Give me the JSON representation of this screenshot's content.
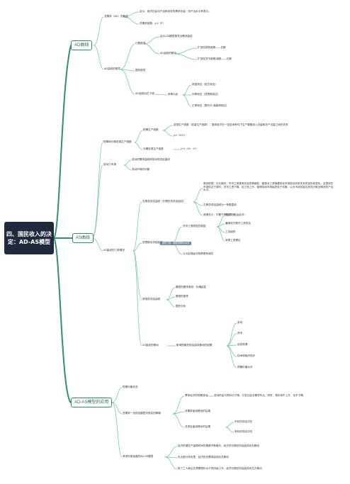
{
  "root": "四、国民收入的决定：AD-AS模型",
  "branches": {
    "ad": "AD曲线",
    "as": "AS曲线",
    "adas": "AD-AS模型的应用"
  },
  "ad": {
    "total_demand": "总需求（AD）的概述",
    "definition": "定义：经济社会对产品和劳务的需求总量，用产出水平来表示。",
    "function": "总需求函数：y=f（P）",
    "derivation": "AD曲线的推导",
    "algebra": "代数推导",
    "islm": "由IS-LM模型推导出需求曲线",
    "shift": "AD曲线的移动",
    "fiscal": "扩张性财政政策——右移",
    "monetary": "扩张性货币政策/减税——右移",
    "geometric": "图形推导",
    "slope": "AD曲线向右下倾",
    "reason": "斜率为负",
    "r1": "财富效应（庇古效应）",
    "r2": "利率效应（凯恩斯效应）",
    "r3": "汇率效应（蒙代尔-弗莱明效应）"
  },
  "as": {
    "production_function": "短期和长期宏观生产函数",
    "short_run": "短期生产函数",
    "short_def": "宏观生产函数（总量生产函数）：整体经济在一定技术条件下生产要素投入总量和总产出量之间的关系",
    "short_eq": "y=f（N,K）",
    "long_run": "长期宏观生产函数",
    "long_eq": "y*=f（N*，K*）",
    "labor_market": "劳动力市场",
    "labor_demand": "劳动的需求曲线和劳动的供给曲线",
    "labor_equilibrium": "劳动市场的均衡",
    "three": "AS曲线的三种情况",
    "classical": "古典总供给曲线（长期的总供给曲线）",
    "classical_assumption": "假设前提：在长期内，货币工资具有完全的伸缩性，能够对工资随着劳动市场劳动供求关系的变化而变化，这里说在市场供过于求时，货币工资下降，反之则上升。使得劳动市场始终处于均衡，以为市场总能达到充分就业情况的产出水平。",
    "classical_shape": "古典总供给曲线为一条垂直线",
    "classical_policy": "政策含义：不要干预经济（自由经济）",
    "keynes_tag": "刚性工资，刚性的物价水平",
    "keynesian": "凯恩斯总供给曲线",
    "rigid_reasons": "货币工资刚性的原因",
    "rr1": "劳动契约",
    "rr2": "雇佣双方默许工资协议",
    "rr3": "工会组织",
    "rr4": "效率工资理论",
    "keynes_economics": "认为宏观经济政策是有效的",
    "conventional": "常规总供给曲线",
    "conv1": "模型的基本假设：价格粘性",
    "conv2": "模型的推导",
    "conv3": "图形分析",
    "as_shift": "AS曲线的移动",
    "shift_factors": "影响短期总供给曲线移动的因素",
    "f1": "劳动",
    "f2": "资本",
    "f3": "自然资源",
    "f4": "技术和组织进步",
    "f5": "预期价格水平"
  },
  "adas": {
    "equilibrium": "短期均衡状态",
    "economic_fluct": "总需求一总供给模型对现实的解释",
    "recession": "萧条经济的短期波动",
    "recession_desc": "劳动供给与物价均下降，引发社会总需求失业，同时，物价将不上升，也不下降。",
    "demand_shock": "总需求曲线移动的后果",
    "supply_shock": "总供给曲线移动的后果",
    "sup1": "不利的供给冲击",
    "sup2": "有利的供给冲击",
    "policy": "考虑利用适度的AD-AS模型",
    "p1": "经济的潜在产量随时间的推移不断增长，经济的长期总供给曲线向右移动",
    "p2": "在大部分年份里，经济的总需求曲线向右移动",
    "p3": "除了工人和企业预期物价水平的持续上升，经济长期总供给曲线向左方移动"
  }
}
